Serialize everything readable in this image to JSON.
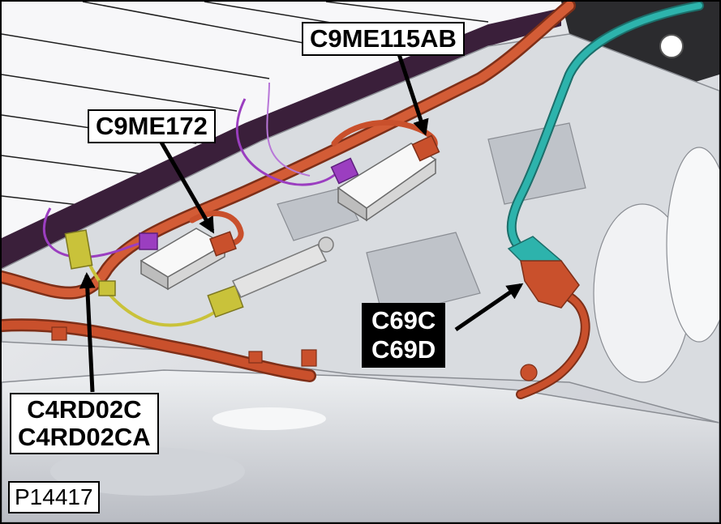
{
  "figure": {
    "id_label": "P14417",
    "callouts": [
      {
        "key": "c9me115ab",
        "lines": [
          "C9ME115AB"
        ]
      },
      {
        "key": "c9me172",
        "lines": [
          "C9ME172"
        ]
      },
      {
        "key": "c69",
        "lines": [
          "C69C",
          "C69D"
        ]
      },
      {
        "key": "c4rd02",
        "lines": [
          "C4RD02C",
          "C4RD02CA"
        ]
      }
    ]
  },
  "colors": {
    "panel": "#d4d7dc",
    "roof_liner": "#3a1f3a",
    "orange_harness": "#c9502c",
    "teal_harness": "#2db3ac",
    "purple_wire": "#9b3ec0",
    "yellow_wire": "#c9c23a",
    "module_body": "#e6e6e6",
    "arrow": "#000000"
  },
  "icons": {
    "arrow": "arrow-icon"
  }
}
